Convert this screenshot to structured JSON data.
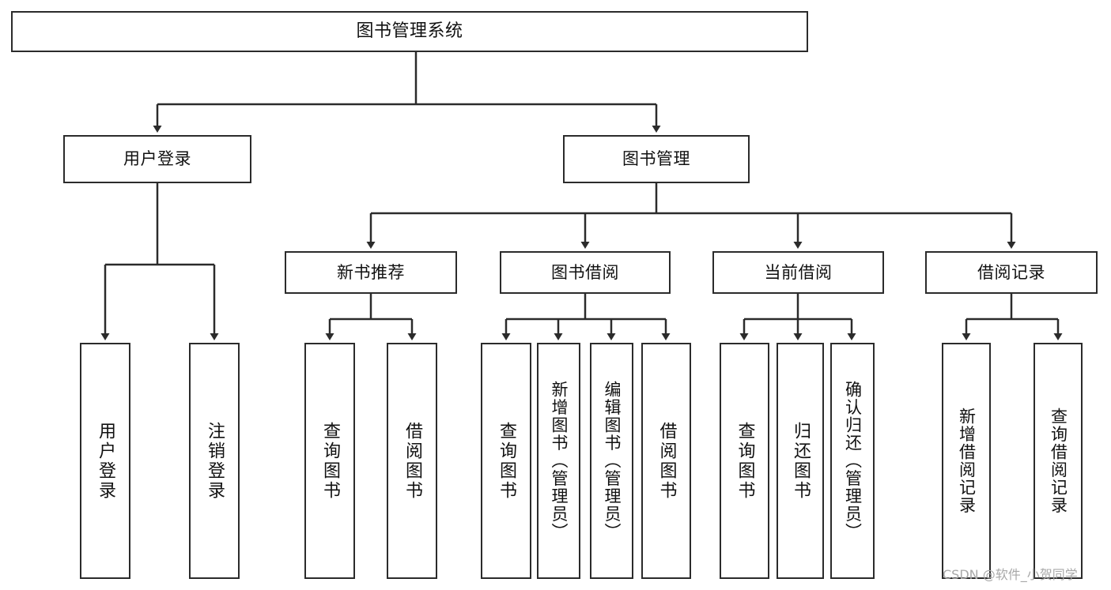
{
  "diagram": {
    "title": "图书管理系统",
    "watermark": "CSDN @软件_小贺同学",
    "line_color": "#2b2b2b",
    "box_fill": "#ffffff",
    "text_color": "#111111",
    "watermark_color": "#a8a8a8"
  },
  "nodes": {
    "root": {
      "label": "图书管理系统"
    },
    "level2": [
      {
        "label": "用户登录"
      },
      {
        "label": "图书管理"
      }
    ],
    "level3": [
      {
        "label": "新书推荐"
      },
      {
        "label": "图书借阅"
      },
      {
        "label": "当前借阅"
      },
      {
        "label": "借阅记录"
      }
    ],
    "leaves_user_login": [
      {
        "label": "用户登录"
      },
      {
        "label": "注销登录"
      }
    ],
    "leaves_new_book": [
      {
        "label": "查询图书"
      },
      {
        "label": "借阅图书"
      }
    ],
    "leaves_borrow": [
      {
        "label": "查询图书"
      },
      {
        "label": "新增图书（管理员）"
      },
      {
        "label": "编辑图书（管理员）"
      },
      {
        "label": "借阅图书"
      }
    ],
    "leaves_current": [
      {
        "label": "查询图书"
      },
      {
        "label": "归还图书"
      },
      {
        "label": "确认归还（管理员）"
      }
    ],
    "leaves_records": [
      {
        "label": "新增借阅记录"
      },
      {
        "label": "查询借阅记录"
      }
    ]
  },
  "chart_data": {
    "type": "tree",
    "title": "图书管理系统",
    "root": {
      "label": "图书管理系统",
      "children": [
        {
          "label": "用户登录",
          "children": [
            {
              "label": "用户登录"
            },
            {
              "label": "注销登录"
            }
          ]
        },
        {
          "label": "图书管理",
          "children": [
            {
              "label": "新书推荐",
              "children": [
                {
                  "label": "查询图书"
                },
                {
                  "label": "借阅图书"
                }
              ]
            },
            {
              "label": "图书借阅",
              "children": [
                {
                  "label": "查询图书"
                },
                {
                  "label": "新增图书（管理员）"
                },
                {
                  "label": "编辑图书（管理员）"
                },
                {
                  "label": "借阅图书"
                }
              ]
            },
            {
              "label": "当前借阅",
              "children": [
                {
                  "label": "查询图书"
                },
                {
                  "label": "归还图书"
                },
                {
                  "label": "确认归还（管理员）"
                }
              ]
            },
            {
              "label": "借阅记录",
              "children": [
                {
                  "label": "新增借阅记录"
                },
                {
                  "label": "查询借阅记录"
                }
              ]
            }
          ]
        }
      ]
    }
  }
}
